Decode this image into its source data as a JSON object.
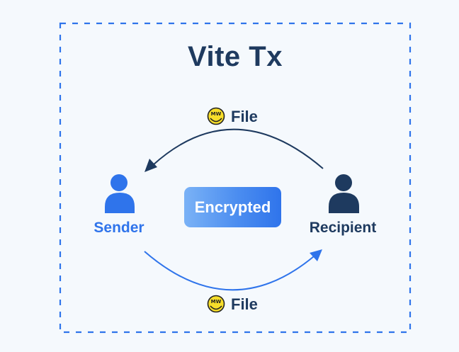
{
  "diagram": {
    "title": "Vite Tx",
    "sender": {
      "label": "Sender",
      "icon": "user-icon",
      "color": "#2f74eb"
    },
    "recipient": {
      "label": "Recipient",
      "icon": "user-icon",
      "color": "#1e3a5f"
    },
    "center_badge": {
      "label": "Encrypted"
    },
    "top_flow": {
      "label": "File",
      "icon": "mimblewimble-emoji-icon",
      "direction": "recipient-to-sender",
      "color": "#1e3a5f"
    },
    "bottom_flow": {
      "label": "File",
      "icon": "mimblewimble-emoji-icon",
      "direction": "sender-to-recipient",
      "color": "#2f74eb"
    },
    "border_color": "#2f74eb",
    "emoji_text": "MW"
  }
}
